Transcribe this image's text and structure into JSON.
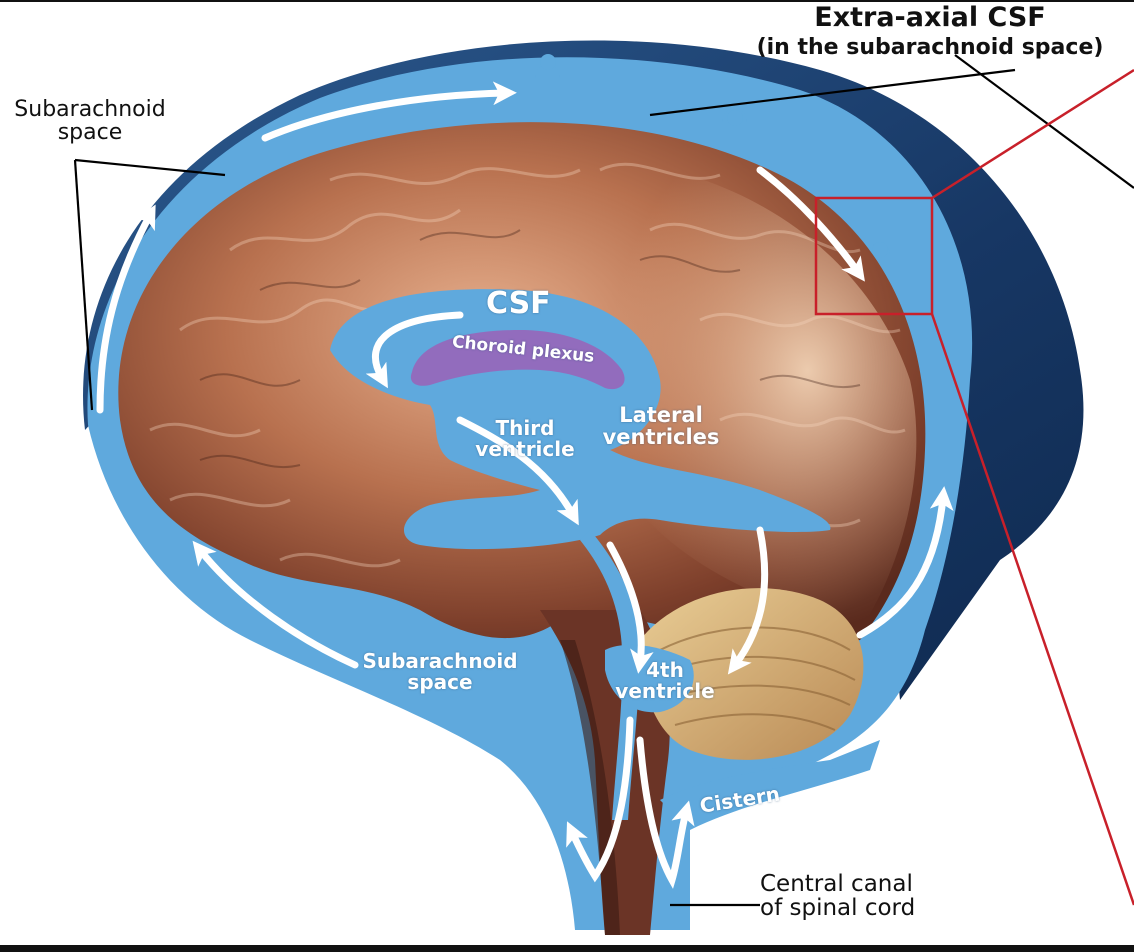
{
  "labels": {
    "extra_axial_title": "Extra-axial CSF",
    "extra_axial_sub": "(in the subarachnoid space)",
    "subarachnoid_left_1": "Subarachnoid",
    "subarachnoid_left_2": "space",
    "csf": "CSF",
    "choroid_plexus": "Choroid plexus",
    "third_ventricle_1": "Third",
    "third_ventricle_2": "ventricle",
    "lateral_ventricles_1": "Lateral",
    "lateral_ventricles_2": "ventricles",
    "subarachnoid_bottom_1": "Subarachnoid",
    "subarachnoid_bottom_2": "space",
    "fourth_ventricle_1": "4th",
    "fourth_ventricle_2": "ventricle",
    "cistern": "Cistern",
    "central_canal_1": "Central canal",
    "central_canal_2": "of spinal cord"
  },
  "colors": {
    "csf_blue": "#5fa9dd",
    "outer_skull": "#1c3f6e",
    "brain_base": "#a8654a",
    "highlight_box": "#c8202a",
    "choroid": "#9b62b7"
  },
  "icons": [
    "flow-arrow"
  ]
}
